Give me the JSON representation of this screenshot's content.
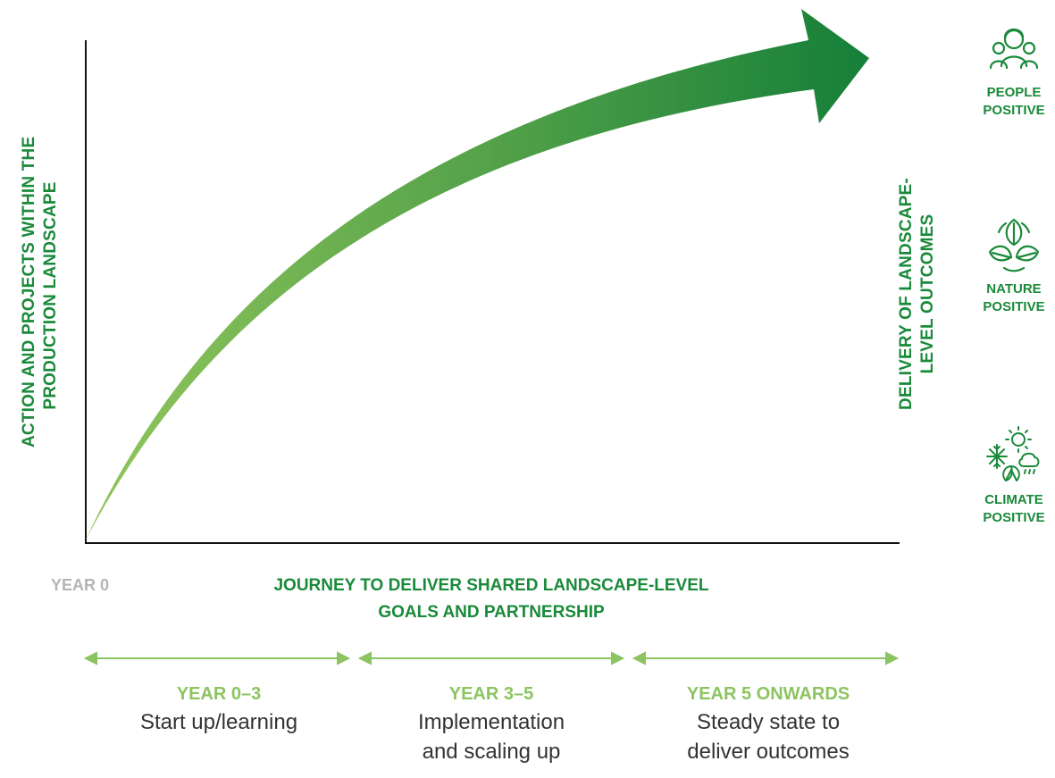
{
  "diagram": {
    "y_axis_label_line1": "ACTION AND PROJECTS WITHIN THE",
    "y_axis_label_line2": "PRODUCTION LANDSCAPE",
    "x_axis_label_line1": "JOURNEY TO DELIVER SHARED LANDSCAPE-LEVEL",
    "x_axis_label_line2": "GOALS AND PARTNERSHIP",
    "origin_label": "YEAR 0",
    "right_label_line1": "DELIVERY OF LANDSCAPE-",
    "right_label_line2": "LEVEL OUTCOMES",
    "phases": [
      {
        "label": "YEAR 0–3",
        "desc_line1": "Start up/learning",
        "desc_line2": ""
      },
      {
        "label": "YEAR 3–5",
        "desc_line1": "Implementation",
        "desc_line2": "and scaling up"
      },
      {
        "label": "YEAR 5 ONWARDS",
        "desc_line1": "Steady state to",
        "desc_line2": "deliver outcomes"
      }
    ],
    "outcomes": [
      {
        "line1": "PEOPLE",
        "line2": "POSITIVE",
        "icon": "people-icon"
      },
      {
        "line1": "NATURE",
        "line2": "POSITIVE",
        "icon": "leaves-icon"
      },
      {
        "line1": "CLIMATE",
        "line2": "POSITIVE",
        "icon": "climate-icon"
      }
    ],
    "colors": {
      "dark_green": "#1a8a3a",
      "light_green": "#8cc461",
      "grey": "#b5b5b5",
      "text": "#333333"
    }
  }
}
